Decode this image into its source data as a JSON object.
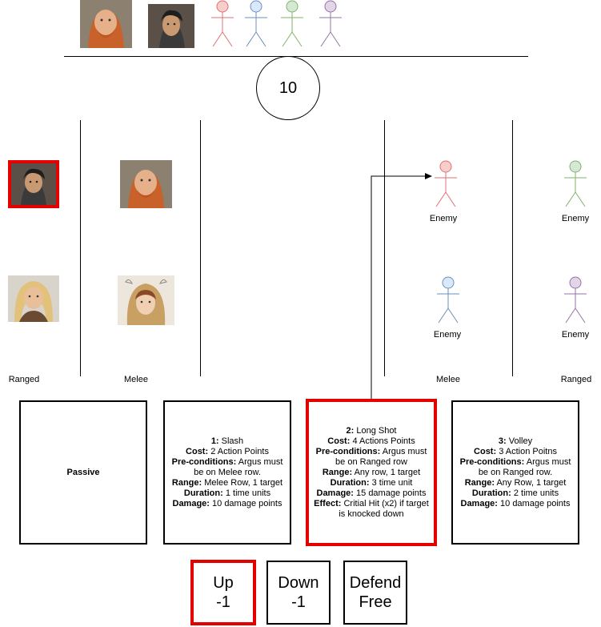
{
  "turn_counter": "10",
  "row_labels": {
    "party_ranged": "Ranged",
    "party_melee": "Melee",
    "enemy_melee": "Melee",
    "enemy_ranged": "Ranged"
  },
  "enemy_label": "Enemy",
  "colors": {
    "enemy_red": "#e07070",
    "enemy_blue": "#6c8ebf",
    "enemy_green": "#82b366",
    "enemy_purple": "#9673a6",
    "selection": "#e50000"
  },
  "cards": [
    {
      "title": "Passive"
    },
    {
      "num": "1:",
      "name": " Slash",
      "lines": [
        {
          "k": "Cost:",
          "v": " 2 Action Points"
        },
        {
          "k": "Pre-conditions:",
          "v": " Argus must be on Melee row."
        },
        {
          "k": "Range:",
          "v": " Melee Row, 1 target"
        },
        {
          "k": "Duration:",
          "v": " 1 time units"
        },
        {
          "k": "Damage:",
          "v": " 10 damage points"
        }
      ]
    },
    {
      "num": "2:",
      "name": " Long Shot",
      "lines": [
        {
          "k": "Cost:",
          "v": "  4 Actions Points"
        },
        {
          "k": "Pre-conditions:",
          "v": " Argus must be on Ranged row"
        },
        {
          "k": "Range:",
          "v": " Any row, 1 target"
        },
        {
          "k": "Duration:",
          "v": " 3 time unit"
        },
        {
          "k": "Damage:",
          "v": " 15 damage points"
        },
        {
          "k": "Effect:",
          "v": " Critial Hit (x2) if target is knocked down"
        }
      ]
    },
    {
      "num": "3:",
      "name": " Volley",
      "lines": [
        {
          "k": "Cost:",
          "v": " 3 Action Poitns"
        },
        {
          "k": "Pre-conditions:",
          "v": " Argus must be on Ranged row."
        },
        {
          "k": "Range:",
          "v": " Any Row, 1 target"
        },
        {
          "k": "Duration:",
          "v": " 2 time units"
        },
        {
          "k": "Damage:",
          "v": " 10 damage points"
        }
      ]
    }
  ],
  "buttons": [
    {
      "line1": "Up",
      "line2": "-1"
    },
    {
      "line1": "Down",
      "line2": "-1"
    },
    {
      "line1": "Defend",
      "line2": "Free"
    }
  ],
  "portraits": {
    "bearded_warrior": "bearded-warrior-portrait",
    "dark_haired_hero": "dark-haired-hero-portrait",
    "blonde_archer": "blonde-archer-portrait",
    "horned_helm_woman": "horned-helm-woman-portrait"
  }
}
